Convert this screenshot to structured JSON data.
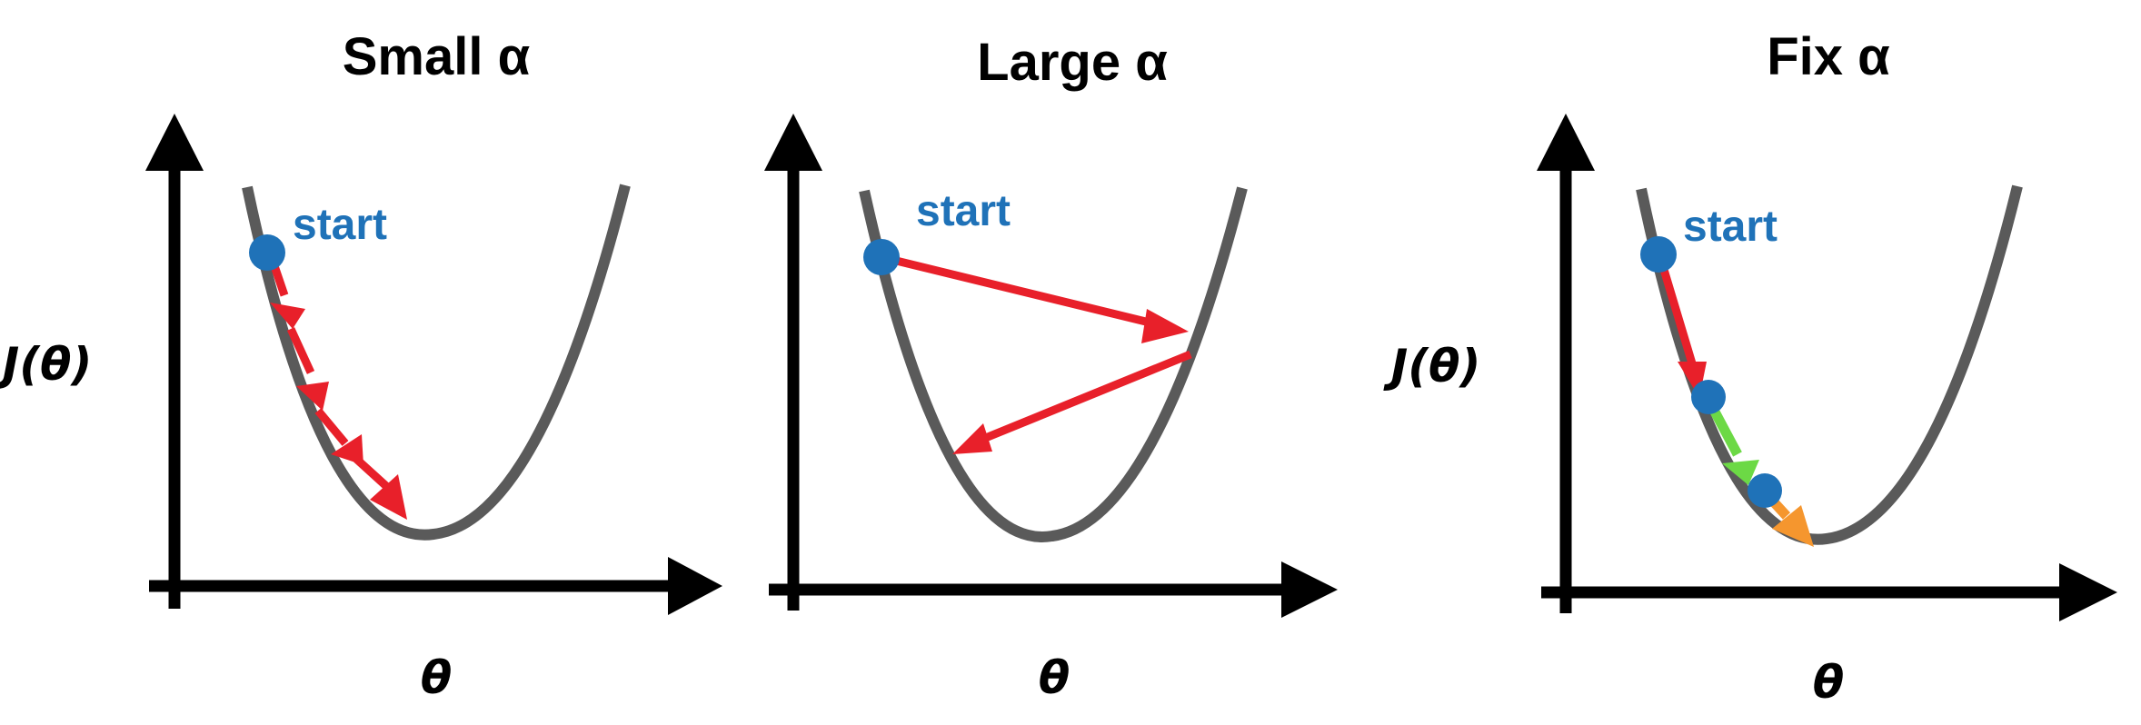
{
  "colors": {
    "axis": "#000000",
    "curve": "#5a5a5a",
    "point": "#1f72b8",
    "start_text": "#1f72b8",
    "step_red": "#e8202a",
    "step_green": "#6cd945",
    "step_orange": "#f5962e"
  },
  "icons": [
    "up-arrowhead-icon",
    "right-arrowhead-icon"
  ],
  "panels": [
    {
      "title": "Small α",
      "ylabel": "J(θ)",
      "xlabel": "θ",
      "start_label": "start"
    },
    {
      "title": "Large α",
      "ylabel": "",
      "xlabel": "θ",
      "start_label": "start"
    },
    {
      "title": "Fix α",
      "ylabel": "J(θ)",
      "xlabel": "θ",
      "start_label": "start"
    }
  ]
}
